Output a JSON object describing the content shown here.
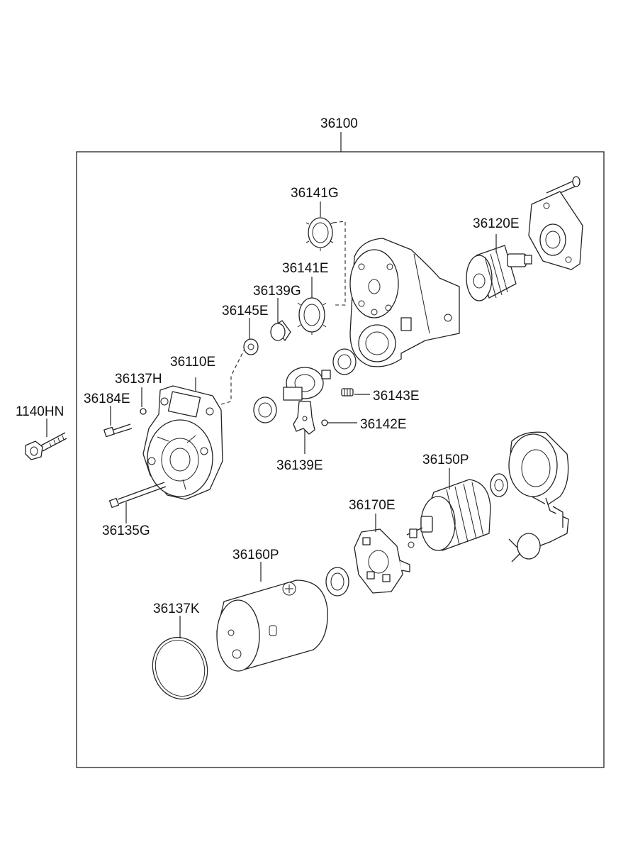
{
  "diagram": {
    "labels": {
      "assembly": "36100",
      "pinion_gear_small": "36141G",
      "rear_bracket": "36120E",
      "pinion_gear": "36141E",
      "spacer": "36139G",
      "washer": "36145E",
      "front_housing": "36110E",
      "clip": "36137H",
      "bolt_short": "36184E",
      "mount_bolt": "1140HN",
      "spring": "36143E",
      "ball": "36142E",
      "lever": "36139E",
      "through_bolt": "36135G",
      "armature": "36150P",
      "brush_holder": "36170E",
      "yoke": "36160P",
      "o_ring": "36137K"
    }
  }
}
